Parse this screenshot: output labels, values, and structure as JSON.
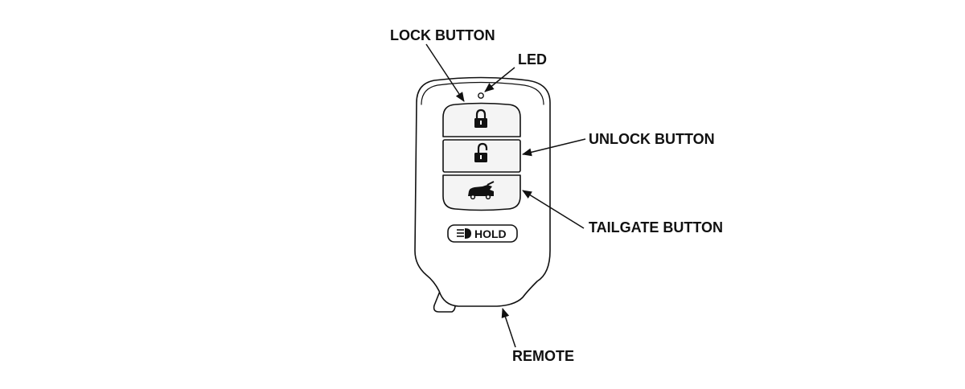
{
  "labels": {
    "lock_button": "LOCK BUTTON",
    "led": "LED",
    "unlock_button": "UNLOCK BUTTON",
    "tailgate_button": "TAILGATE BUTTON",
    "remote": "REMOTE",
    "hold": "HOLD"
  },
  "icons": {
    "lock": "padlock-closed-icon",
    "unlock": "padlock-open-icon",
    "tailgate": "suv-tailgate-icon",
    "hold": "light-beam-icon"
  },
  "colors": {
    "line": "#111111",
    "body_fill": "#ffffff",
    "button_fill": "#f2f2f2",
    "background": "#ffffff"
  }
}
